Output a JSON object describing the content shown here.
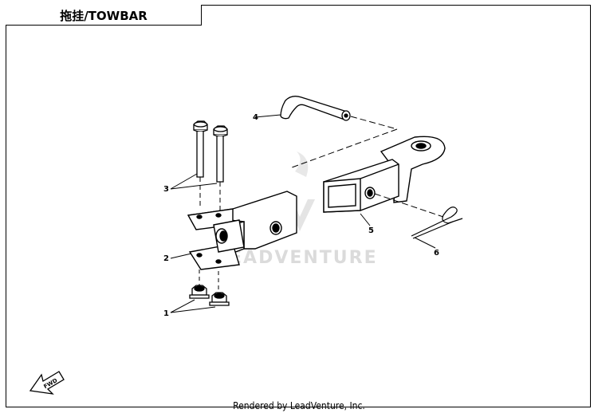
{
  "title": "拖挂/TOWBAR",
  "watermark": "LEADVENTURE",
  "footer": "Rendered by LeadVenture, Inc.",
  "direction_marker": "FWD",
  "callouts": [
    {
      "number": "1",
      "part": "flange-nut"
    },
    {
      "number": "2",
      "part": "hitch-receiver-bracket"
    },
    {
      "number": "3",
      "part": "bolt"
    },
    {
      "number": "4",
      "part": "hitch-pin"
    },
    {
      "number": "5",
      "part": "tow-ball-mount"
    },
    {
      "number": "6",
      "part": "hair-pin-clip"
    }
  ]
}
